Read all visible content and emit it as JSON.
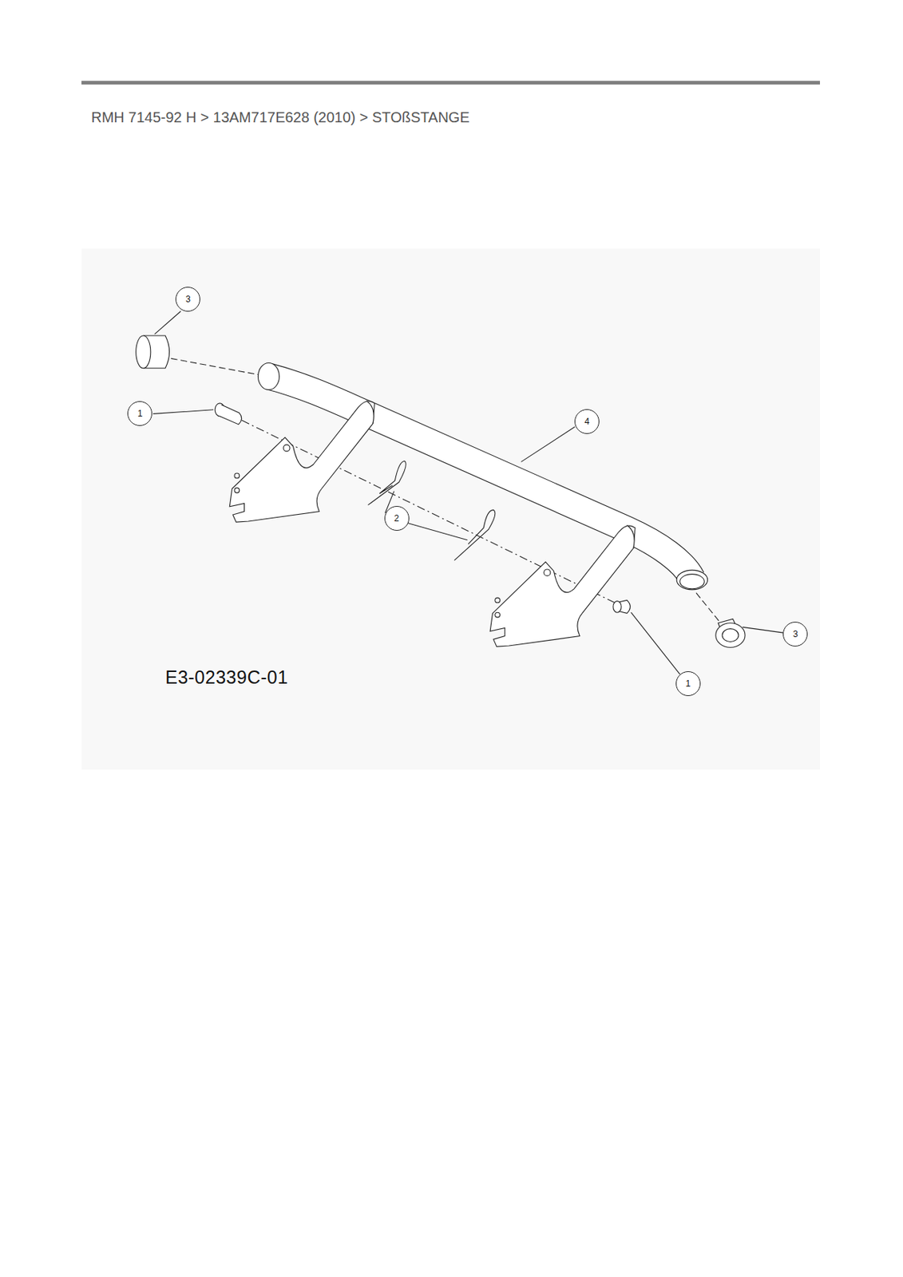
{
  "diagram": {
    "title": "RMH 7145-92 H > 13AM717E628 (2010) > STOßSTANGE",
    "nodes": [
      {
        "text": [
          "3"
        ]
      },
      {
        "text": [
          "1"
        ]
      },
      {
        "text": [
          "4"
        ]
      },
      {
        "text": [
          "2"
        ]
      },
      {
        "text": [
          "3"
        ]
      },
      {
        "text": [
          "1"
        ]
      }
    ],
    "labels": [
      "E3-02339C-01"
    ]
  }
}
